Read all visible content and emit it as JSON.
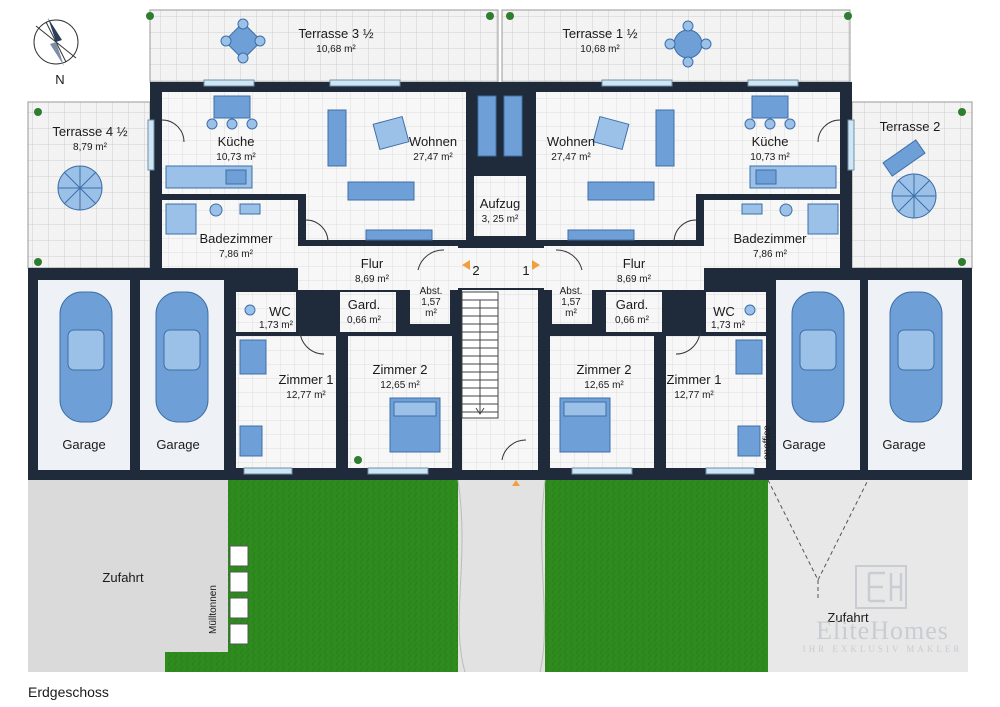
{
  "compass": {
    "label": "N"
  },
  "rooms": {
    "terrasse_3_5": {
      "name": "Terrasse 3 ½",
      "area": "10,68 m²"
    },
    "terrasse_1_5": {
      "name": "Terrasse 1 ½",
      "area": "10,68 m²"
    },
    "terrasse_4_5": {
      "name": "Terrasse 4 ½",
      "area": "8,79 m²"
    },
    "terrasse_2": {
      "name": "Terrasse 2"
    },
    "kueche_left": {
      "name": "Küche",
      "area": "10,73 m²"
    },
    "kueche_right": {
      "name": "Küche",
      "area": "10,73 m²"
    },
    "wohnen_left": {
      "name": "Wohnen",
      "area": "27,47 m²"
    },
    "wohnen_right": {
      "name": "Wohnen",
      "area": "27,47 m²"
    },
    "aufzug": {
      "name": "Aufzug",
      "area": "3, 25 m²"
    },
    "bad_left": {
      "name": "Badezimmer",
      "area": "7,86 m²"
    },
    "bad_right": {
      "name": "Badezimmer",
      "area": "7,86 m²"
    },
    "flur_left": {
      "name": "Flur",
      "area": "8,69 m²"
    },
    "flur_right": {
      "name": "Flur",
      "area": "8,69 m²"
    },
    "gard_left": {
      "name": "Gard.",
      "area": "0,66 m²"
    },
    "gard_right": {
      "name": "Gard.",
      "area": "0,66 m²"
    },
    "abst_left": {
      "name": "Abst.",
      "area_line1": "1,57",
      "area_line2": "m²"
    },
    "abst_right": {
      "name": "Abst.",
      "area_line1": "1,57",
      "area_line2": "m²"
    },
    "wc_left": {
      "name": "WC",
      "area": "1,73 m²"
    },
    "wc_right": {
      "name": "WC",
      "area": "1,73 m²"
    },
    "zimmer1_left": {
      "name": "Zimmer 1",
      "area": "12,77 m²"
    },
    "zimmer1_right": {
      "name": "Zimmer 1",
      "area": "12,77 m²"
    },
    "zimmer2_left": {
      "name": "Zimmer 2",
      "area": "12,65 m²"
    },
    "zimmer2_right": {
      "name": "Zimmer 2",
      "area": "12,65 m²"
    }
  },
  "garages": [
    "Garage",
    "Garage",
    "Garage",
    "Garage"
  ],
  "outdoor": {
    "zufahrt_left": "Zufahrt",
    "zufahrt_right": "Zufahrt",
    "muelltonnen": "Mülltonnen"
  },
  "unit_markers": {
    "left": "2",
    "right": "1"
  },
  "caption": "Erdgeschoss",
  "brand": {
    "name": "EliteHomes",
    "tagline": "IHR EXKLUSIV MAKLER"
  },
  "watermark": "onoffice",
  "colors": {
    "wall": "#1f2a3a",
    "furniture": "#6e9fd6",
    "grass": "#2e8b1e",
    "paving": "#d9d9d9",
    "marker": "#f0a040"
  }
}
